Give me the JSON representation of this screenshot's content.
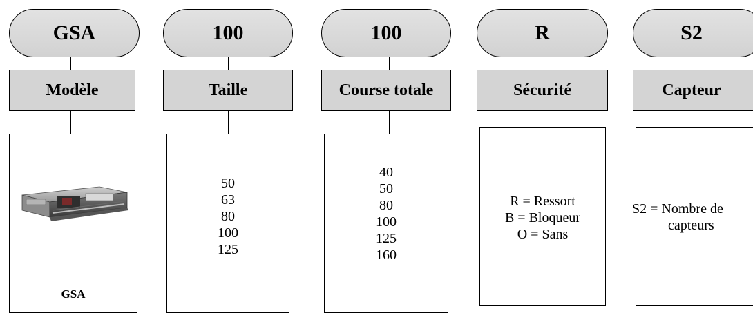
{
  "columns": [
    {
      "code": "GSA",
      "title": "Modèle",
      "values": [],
      "caption": "GSA",
      "image": "gsa-product-photo"
    },
    {
      "code": "100",
      "title": "Taille",
      "values": [
        "50",
        "63",
        "80",
        "100",
        "125"
      ]
    },
    {
      "code": "100",
      "title": "Course totale",
      "values": [
        "40",
        "50",
        "80",
        "100",
        "125",
        "160"
      ]
    },
    {
      "code": "R",
      "title": "Sécurité",
      "values": [
        "R = Ressort",
        "B = Bloqueur",
        "O = Sans"
      ]
    },
    {
      "code": "S2",
      "title": "Capteur",
      "values": [
        "S2 = Nombre de",
        "capteurs"
      ]
    }
  ],
  "colors": {
    "pill_fill": "#d9d9d9",
    "label_fill": "#d4d4d4",
    "border": "#000000"
  }
}
